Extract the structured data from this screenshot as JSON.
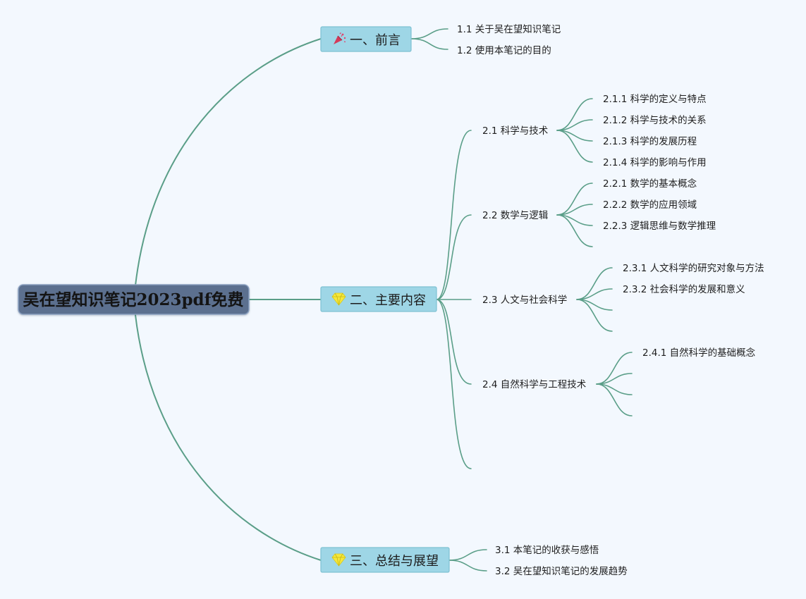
{
  "root": {
    "label": "吴在望知识笔记2023pdf免费"
  },
  "sections": [
    {
      "label": "一、前言",
      "icon": "party-popper-icon",
      "items": [
        {
          "label": "1.1 关于吴在望知识笔记"
        },
        {
          "label": "1.2 使用本笔记的目的"
        }
      ]
    },
    {
      "label": "二、主要内容",
      "icon": "diamond-icon",
      "items": [
        {
          "label": "2.1 科学与技术",
          "children": [
            {
              "label": "2.1.1 科学的定义与特点"
            },
            {
              "label": "2.1.2 科学与技术的关系"
            },
            {
              "label": "2.1.3 科学的发展历程"
            },
            {
              "label": "2.1.4 科学的影响与作用"
            }
          ]
        },
        {
          "label": "2.2 数学与逻辑",
          "children": [
            {
              "label": "2.2.1 数学的基本概念"
            },
            {
              "label": "2.2.2 数学的应用领域"
            },
            {
              "label": "2.2.3 逻辑思维与数学推理"
            },
            {
              "label": ""
            }
          ]
        },
        {
          "label": "2.3 人文与社会科学",
          "children": [
            {
              "label": "2.3.1 人文科学的研究对象与方法"
            },
            {
              "label": "2.3.2 社会科学的发展和意义"
            },
            {
              "label": ""
            },
            {
              "label": ""
            }
          ]
        },
        {
          "label": "2.4 自然科学与工程技术",
          "children": [
            {
              "label": "2.4.1 自然科学的基础概念"
            },
            {
              "label": ""
            },
            {
              "label": ""
            },
            {
              "label": ""
            }
          ]
        },
        {
          "label": ""
        }
      ]
    },
    {
      "label": "三、总结与展望",
      "icon": "diamond-icon",
      "items": [
        {
          "label": "3.1 本笔记的收获与感悟"
        },
        {
          "label": "3.2 吴在望知识笔记的发展趋势"
        }
      ]
    }
  ],
  "colors": {
    "background": "#f3f8fe",
    "root_fill": "#5b6f8f",
    "section_fill": "#9ed6e6",
    "connector": "#5a9e88"
  }
}
